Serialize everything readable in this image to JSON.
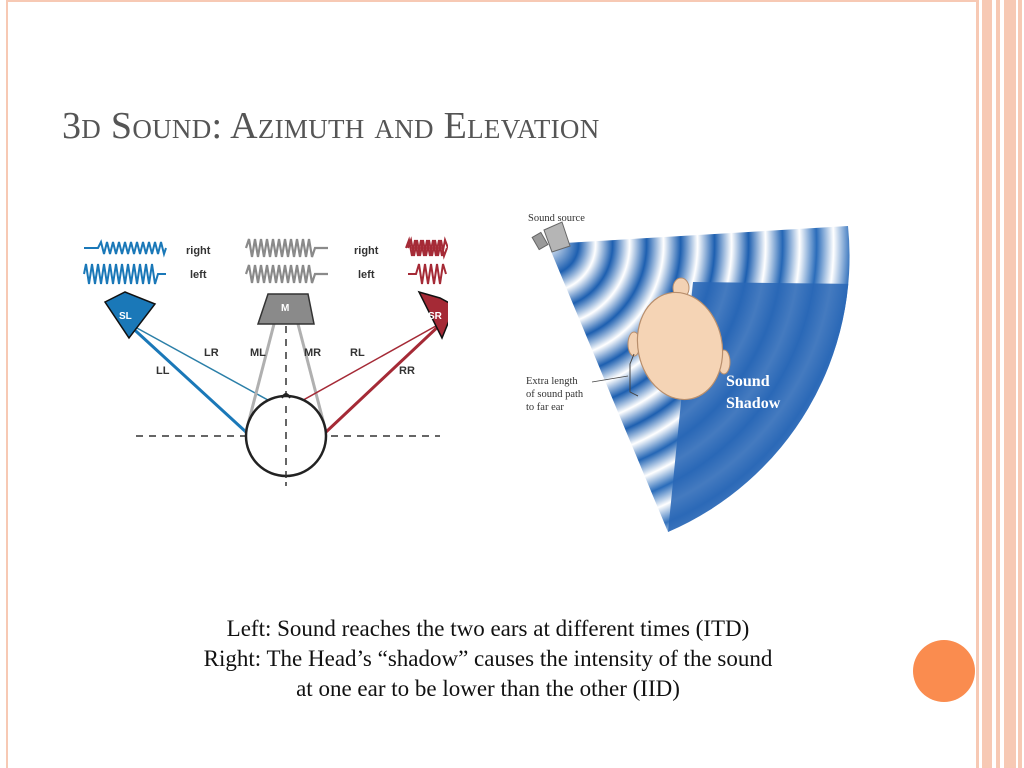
{
  "slide": {
    "title": "3d Sound: Azimuth and Elevation",
    "caption_lines": [
      "Left: Sound reaches the two ears at different times (ITD)",
      "Right: The Head’s “shadow” causes the intensity of the sound",
      "at one ear to be lower than the other (IID)"
    ]
  },
  "left_diagram": {
    "speakers": {
      "left": "SL",
      "middle": "M",
      "right": "SR"
    },
    "channel_labels": {
      "right_1": "right",
      "left_1": "left",
      "right_2": "right",
      "left_2": "left"
    },
    "path_labels": {
      "ll": "LL",
      "lr": "LR",
      "ml": "ML",
      "mr": "MR",
      "rl": "RL",
      "rr": "RR"
    }
  },
  "right_diagram": {
    "sound_source": "Sound source",
    "extra_length": [
      "Extra length",
      "of sound path",
      "to far ear"
    ],
    "shadow": [
      "Sound",
      "Shadow"
    ]
  },
  "colors": {
    "accent_orange": "#fa8c4f",
    "stripe_peach": "#f7c9b4",
    "speaker_blue": "#1a78b8",
    "speaker_red": "#a52a36",
    "speaker_gray": "#8a8a8a",
    "title_gray": "#555555"
  }
}
